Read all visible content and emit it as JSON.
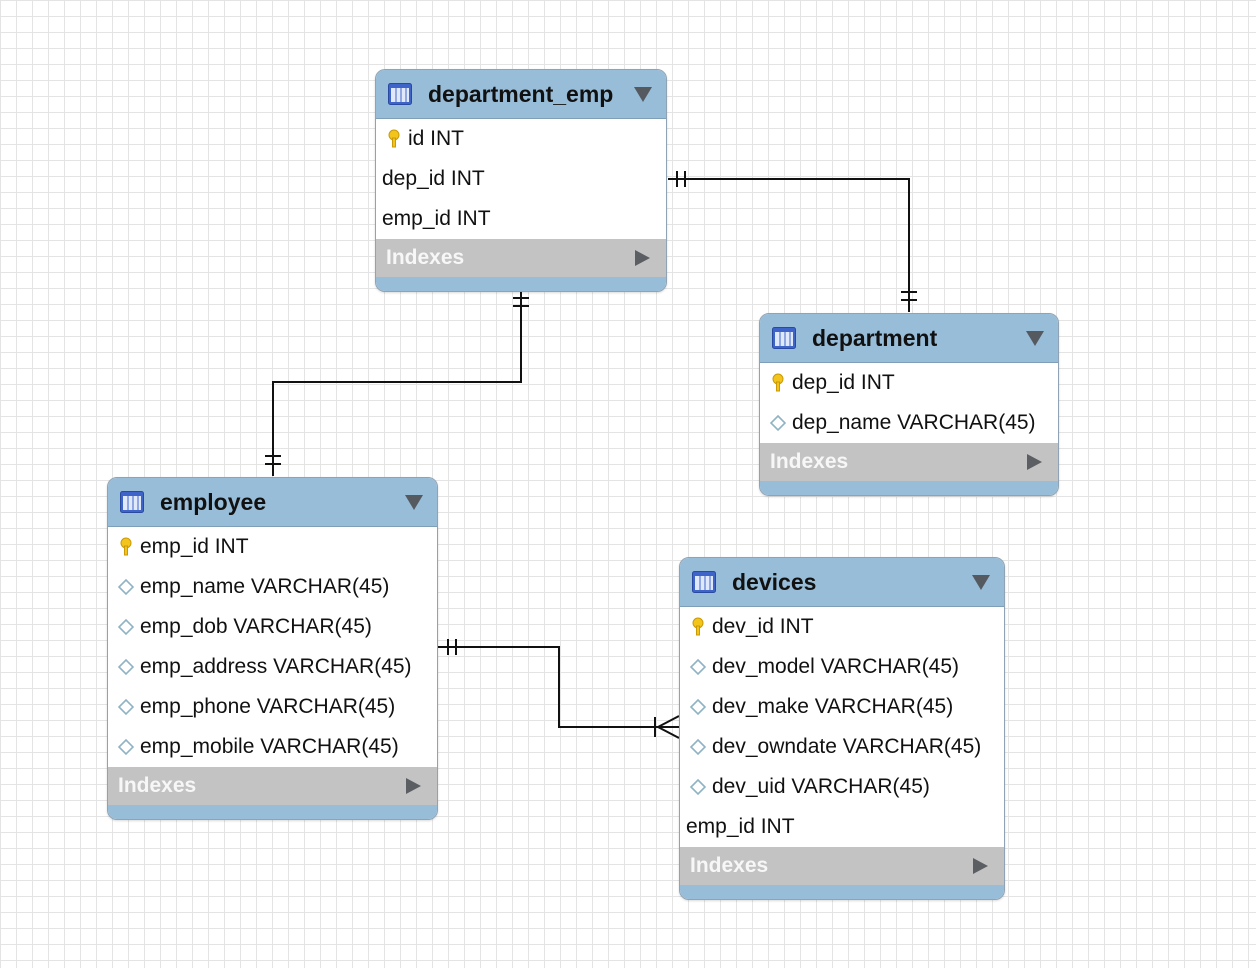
{
  "diagram": {
    "indexes_label": "Indexes",
    "tables": {
      "department_emp": {
        "name": "department_emp",
        "columns": [
          {
            "text": "id INT",
            "icon": "primary-key-icon"
          },
          {
            "text": "dep_id INT",
            "icon": "none"
          },
          {
            "text": "emp_id INT",
            "icon": "none"
          }
        ]
      },
      "department": {
        "name": "department",
        "columns": [
          {
            "text": "dep_id INT",
            "icon": "primary-key-icon"
          },
          {
            "text": "dep_name VARCHAR(45)",
            "icon": "nullable-column-icon"
          }
        ]
      },
      "employee": {
        "name": "employee",
        "columns": [
          {
            "text": "emp_id INT",
            "icon": "primary-key-icon"
          },
          {
            "text": "emp_name VARCHAR(45)",
            "icon": "nullable-column-icon"
          },
          {
            "text": "emp_dob VARCHAR(45)",
            "icon": "nullable-column-icon"
          },
          {
            "text": "emp_address VARCHAR(45)",
            "icon": "nullable-column-icon"
          },
          {
            "text": "emp_phone VARCHAR(45)",
            "icon": "nullable-column-icon"
          },
          {
            "text": "emp_mobile VARCHAR(45)",
            "icon": "nullable-column-icon"
          }
        ]
      },
      "devices": {
        "name": "devices",
        "columns": [
          {
            "text": "dev_id INT",
            "icon": "primary-key-icon"
          },
          {
            "text": "dev_model VARCHAR(45)",
            "icon": "nullable-column-icon"
          },
          {
            "text": "dev_make VARCHAR(45)",
            "icon": "nullable-column-icon"
          },
          {
            "text": "dev_owndate VARCHAR(45)",
            "icon": "nullable-column-icon"
          },
          {
            "text": "dev_uid VARCHAR(45)",
            "icon": "nullable-column-icon"
          },
          {
            "text": "emp_id INT",
            "icon": "none"
          }
        ]
      }
    },
    "relationships": [
      {
        "from": "department_emp",
        "to": "department",
        "from_end": "one",
        "to_end": "one"
      },
      {
        "from": "department_emp",
        "to": "employee",
        "from_end": "one",
        "to_end": "one"
      },
      {
        "from": "employee",
        "to": "devices",
        "from_end": "one",
        "to_end": "many"
      }
    ]
  }
}
